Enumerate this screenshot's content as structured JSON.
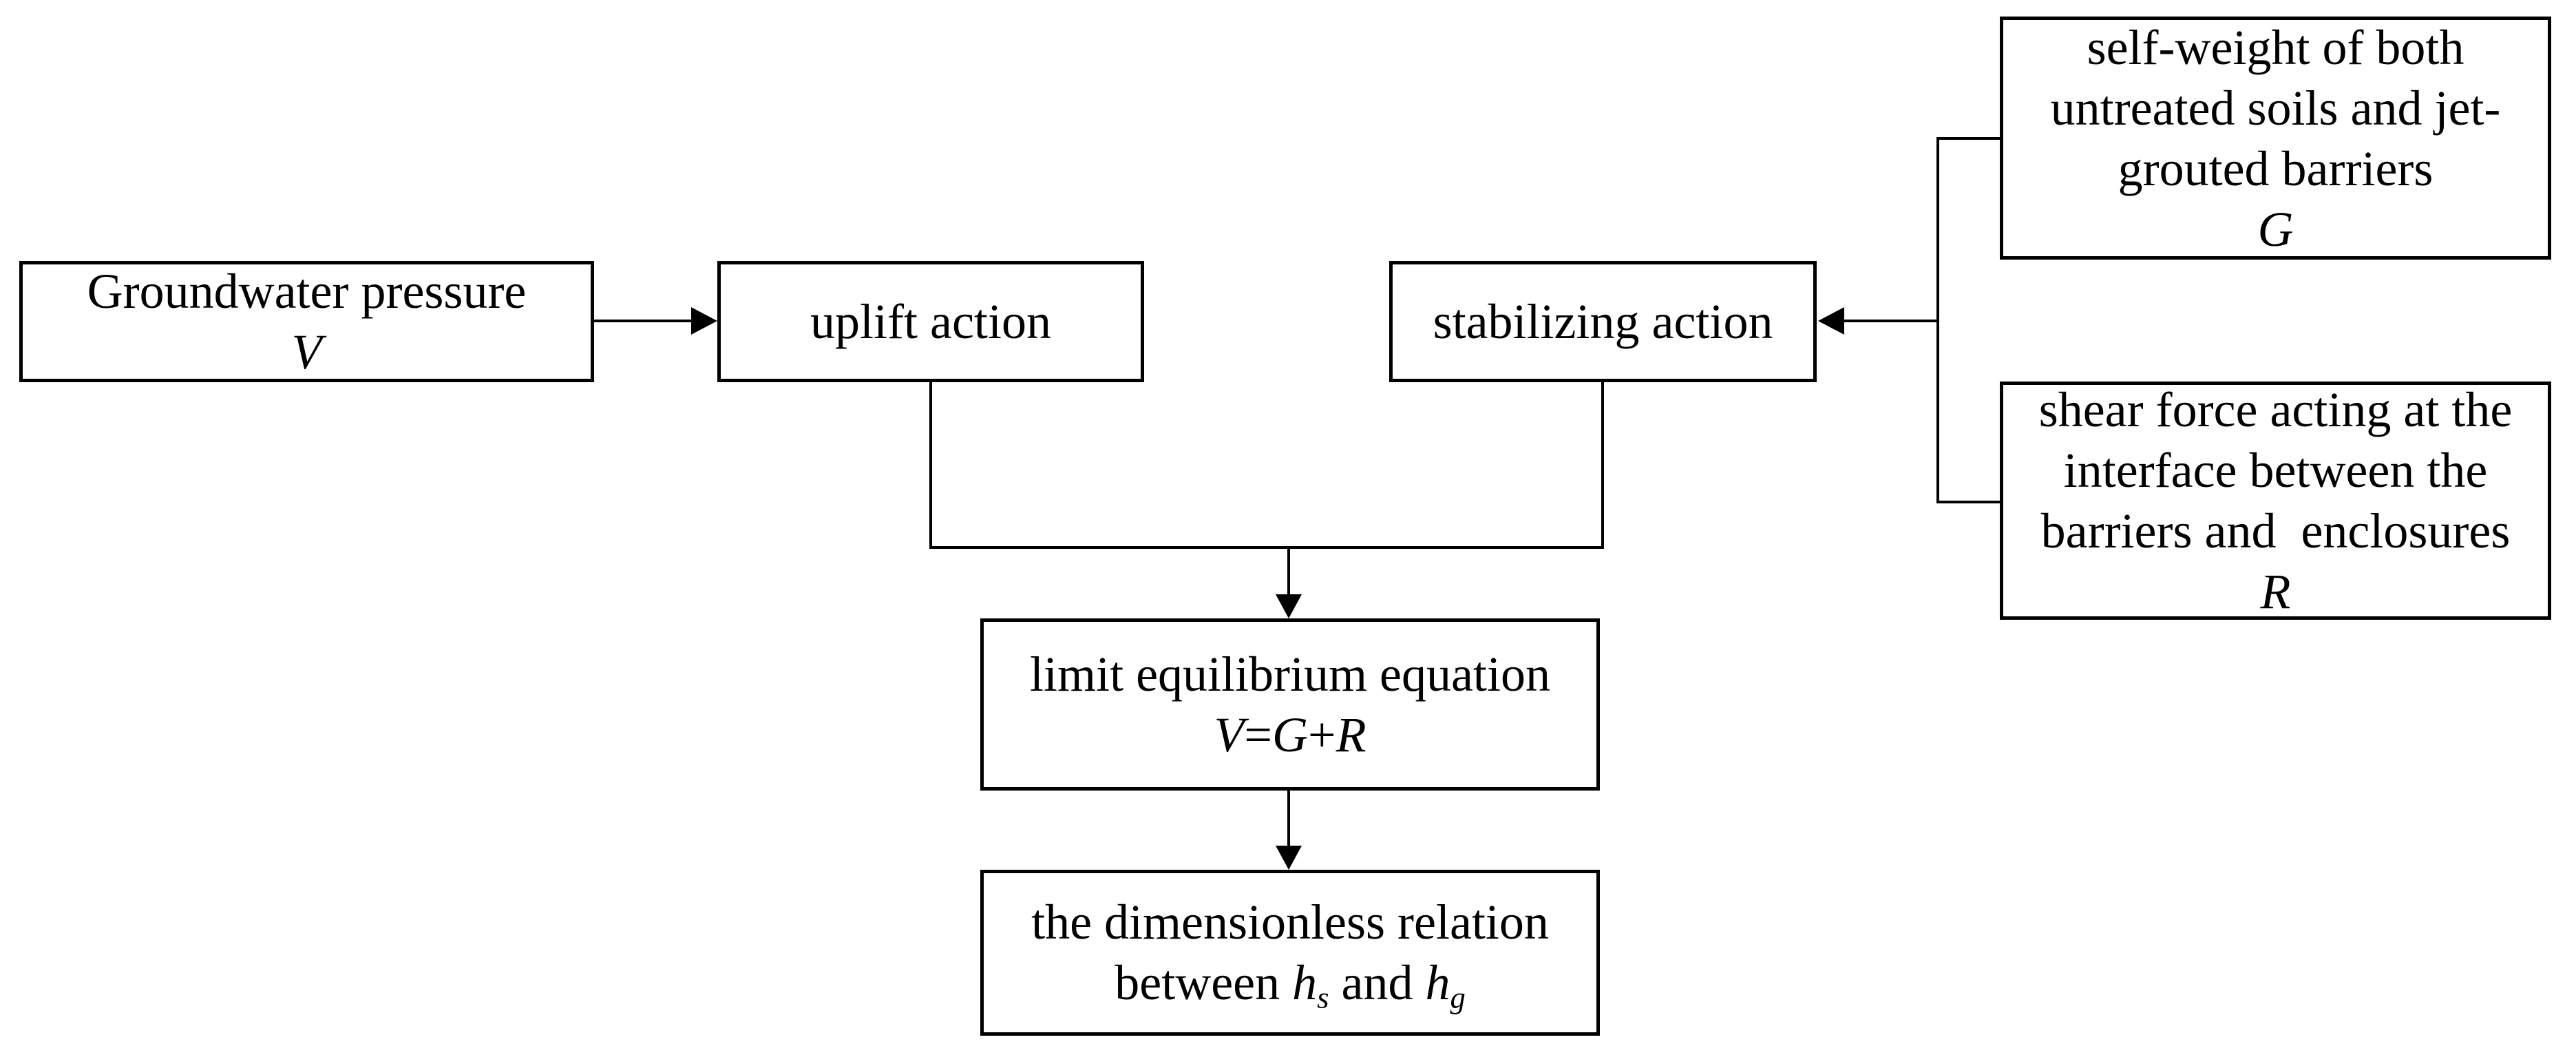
{
  "diagram": {
    "colors": {
      "stroke": "#000000",
      "text": "#000000",
      "box_fill": "#ffffff",
      "background": "#ffffff"
    },
    "boxes": {
      "groundwater_pressure": {
        "text": "Groundwater pressure",
        "symbol": "V"
      },
      "uplift_action": {
        "text": "uplift action"
      },
      "stabilizing_action": {
        "text": "stabilizing action"
      },
      "self_weight": {
        "lines": [
          "self-weight of both",
          "untreated soils and jet-",
          "grouted barriers"
        ],
        "symbol": "G"
      },
      "shear_force": {
        "lines": [
          "shear force acting at the",
          "interface between the",
          "barriers and  enclosures"
        ],
        "symbol": "R"
      },
      "limit_equilibrium": {
        "text": "limit equilibrium equation",
        "equation": [
          {
            "t": "V",
            "i": true
          },
          {
            "t": "="
          },
          {
            "t": "G",
            "i": true
          },
          {
            "t": "+"
          },
          {
            "t": "R",
            "i": true
          }
        ]
      },
      "dimensionless_relation": {
        "text": "the dimensionless relation",
        "line2": [
          {
            "t": "between "
          },
          {
            "t": "h",
            "i": true
          },
          {
            "t": "s",
            "i": true,
            "sub": true
          },
          {
            "t": " and "
          },
          {
            "t": "h",
            "i": true
          },
          {
            "t": "g",
            "i": true,
            "sub": true
          }
        ]
      }
    },
    "connections": [
      {
        "from": "groundwater_pressure",
        "to": "uplift_action",
        "type": "arrow"
      },
      {
        "from": "self_weight",
        "to": "stabilizing_action",
        "type": "arrow-via-bracket"
      },
      {
        "from": "shear_force",
        "to": "stabilizing_action",
        "type": "arrow-via-bracket"
      },
      {
        "from": "uplift_action",
        "to": "limit_equilibrium",
        "type": "merged-arrow"
      },
      {
        "from": "stabilizing_action",
        "to": "limit_equilibrium",
        "type": "merged-arrow"
      },
      {
        "from": "limit_equilibrium",
        "to": "dimensionless_relation",
        "type": "arrow"
      }
    ]
  }
}
